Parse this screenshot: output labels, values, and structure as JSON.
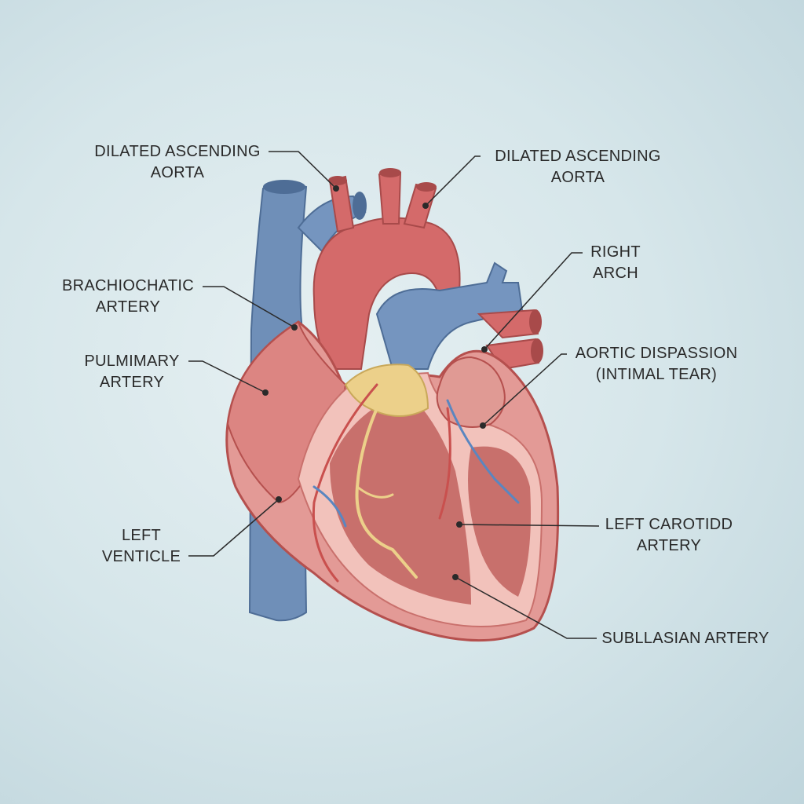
{
  "labels": [
    {
      "id": "top-left",
      "line1": "DILATED ASCENDING",
      "line2": "AORTA"
    },
    {
      "id": "top-right",
      "line1": "DILATED ASCENDING",
      "line2": "AORTA"
    },
    {
      "id": "brachiochatic",
      "line1": "BRACHIOCHATIC",
      "line2": "ARTERY"
    },
    {
      "id": "pulmimary",
      "line1": "PULMIMARY",
      "line2": "ARTERY"
    },
    {
      "id": "left-venticle",
      "line1": "LEFT",
      "line2": "VENTICLE"
    },
    {
      "id": "right-arch",
      "line1": "RIGHT",
      "line2": "ARCH"
    },
    {
      "id": "aortic-dispassion",
      "line1": "AORTIC DISPASSION",
      "line2": "(INTIMAL TEAR)"
    },
    {
      "id": "left-carotidd",
      "line1": "LEFT CAROTIDD",
      "line2": "ARTERY"
    },
    {
      "id": "subllasian",
      "line1": "SUBLLASIAN ARTERY"
    }
  ],
  "colors": {
    "vein": "#6f8fb8",
    "artery": "#d46a6a",
    "muscle": "#e39a96",
    "fat": "#ecd08a",
    "leader": "#2a2a2a"
  }
}
